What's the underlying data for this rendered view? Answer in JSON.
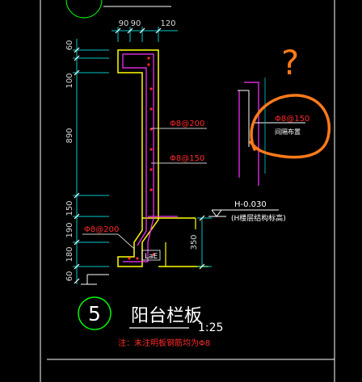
{
  "top_dimensions": [
    "90",
    "90",
    "120"
  ],
  "left_dimensions": [
    "60",
    "100",
    "890",
    "150",
    "190",
    "180",
    "60"
  ],
  "height_dim": "350",
  "rebar_labels": {
    "spacing_200_upper": "Φ8@200",
    "spacing_150_upper": "Φ8@150",
    "spacing_200_lower": "Φ8@200",
    "lae": "LaE"
  },
  "elevation": {
    "value": "H-0.030",
    "note": "(H楼层结构标高)"
  },
  "detail_view": {
    "rebar": "Φ8@150",
    "note": "间隔布置"
  },
  "title_block": {
    "number": "5",
    "title": "阳台栏板",
    "scale": "1:25",
    "note": "注：未注明板钢筋均为Φ8"
  },
  "annotation": {
    "mark": "?"
  },
  "colors": {
    "background": "#000000",
    "structure": "#ffff00",
    "dimension": "#00c8c8",
    "rebar_text": "#ff2a2a",
    "magenta": "#ff33ff",
    "annotation": "#ff7a1a",
    "circle": "#00ff00"
  }
}
